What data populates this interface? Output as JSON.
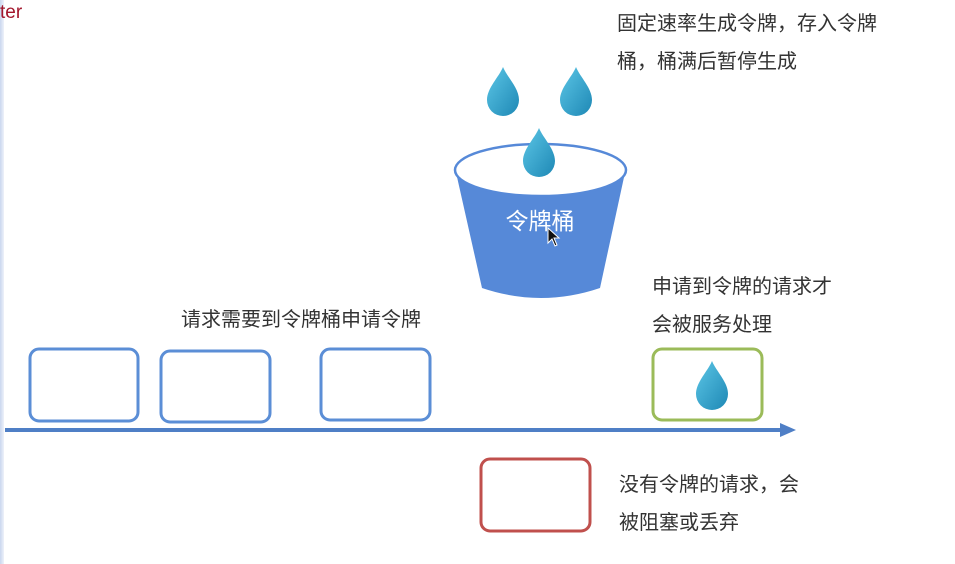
{
  "corner_text": "ter",
  "bucket": {
    "label": "令牌桶"
  },
  "captions": {
    "generate": {
      "line1": "固定速率生成令牌，存入令牌",
      "line2": "桶，桶满后暂停生成"
    },
    "request": "请求需要到令牌桶申请令牌",
    "served": {
      "line1": "申请到令牌的请求才",
      "line2": "会被服务处理"
    },
    "blocked": {
      "line1": "没有令牌的请求，会",
      "line2": "被阻塞或丢弃"
    }
  },
  "colors": {
    "bucket_body": "#5689d8",
    "bucket_rim": "#ffffff",
    "token": "#2aa0c8",
    "request_box": "#5b8ed6",
    "served_box": "#9bbb59",
    "blocked_box": "#c0504d",
    "timeline": "#4f7fc6"
  }
}
